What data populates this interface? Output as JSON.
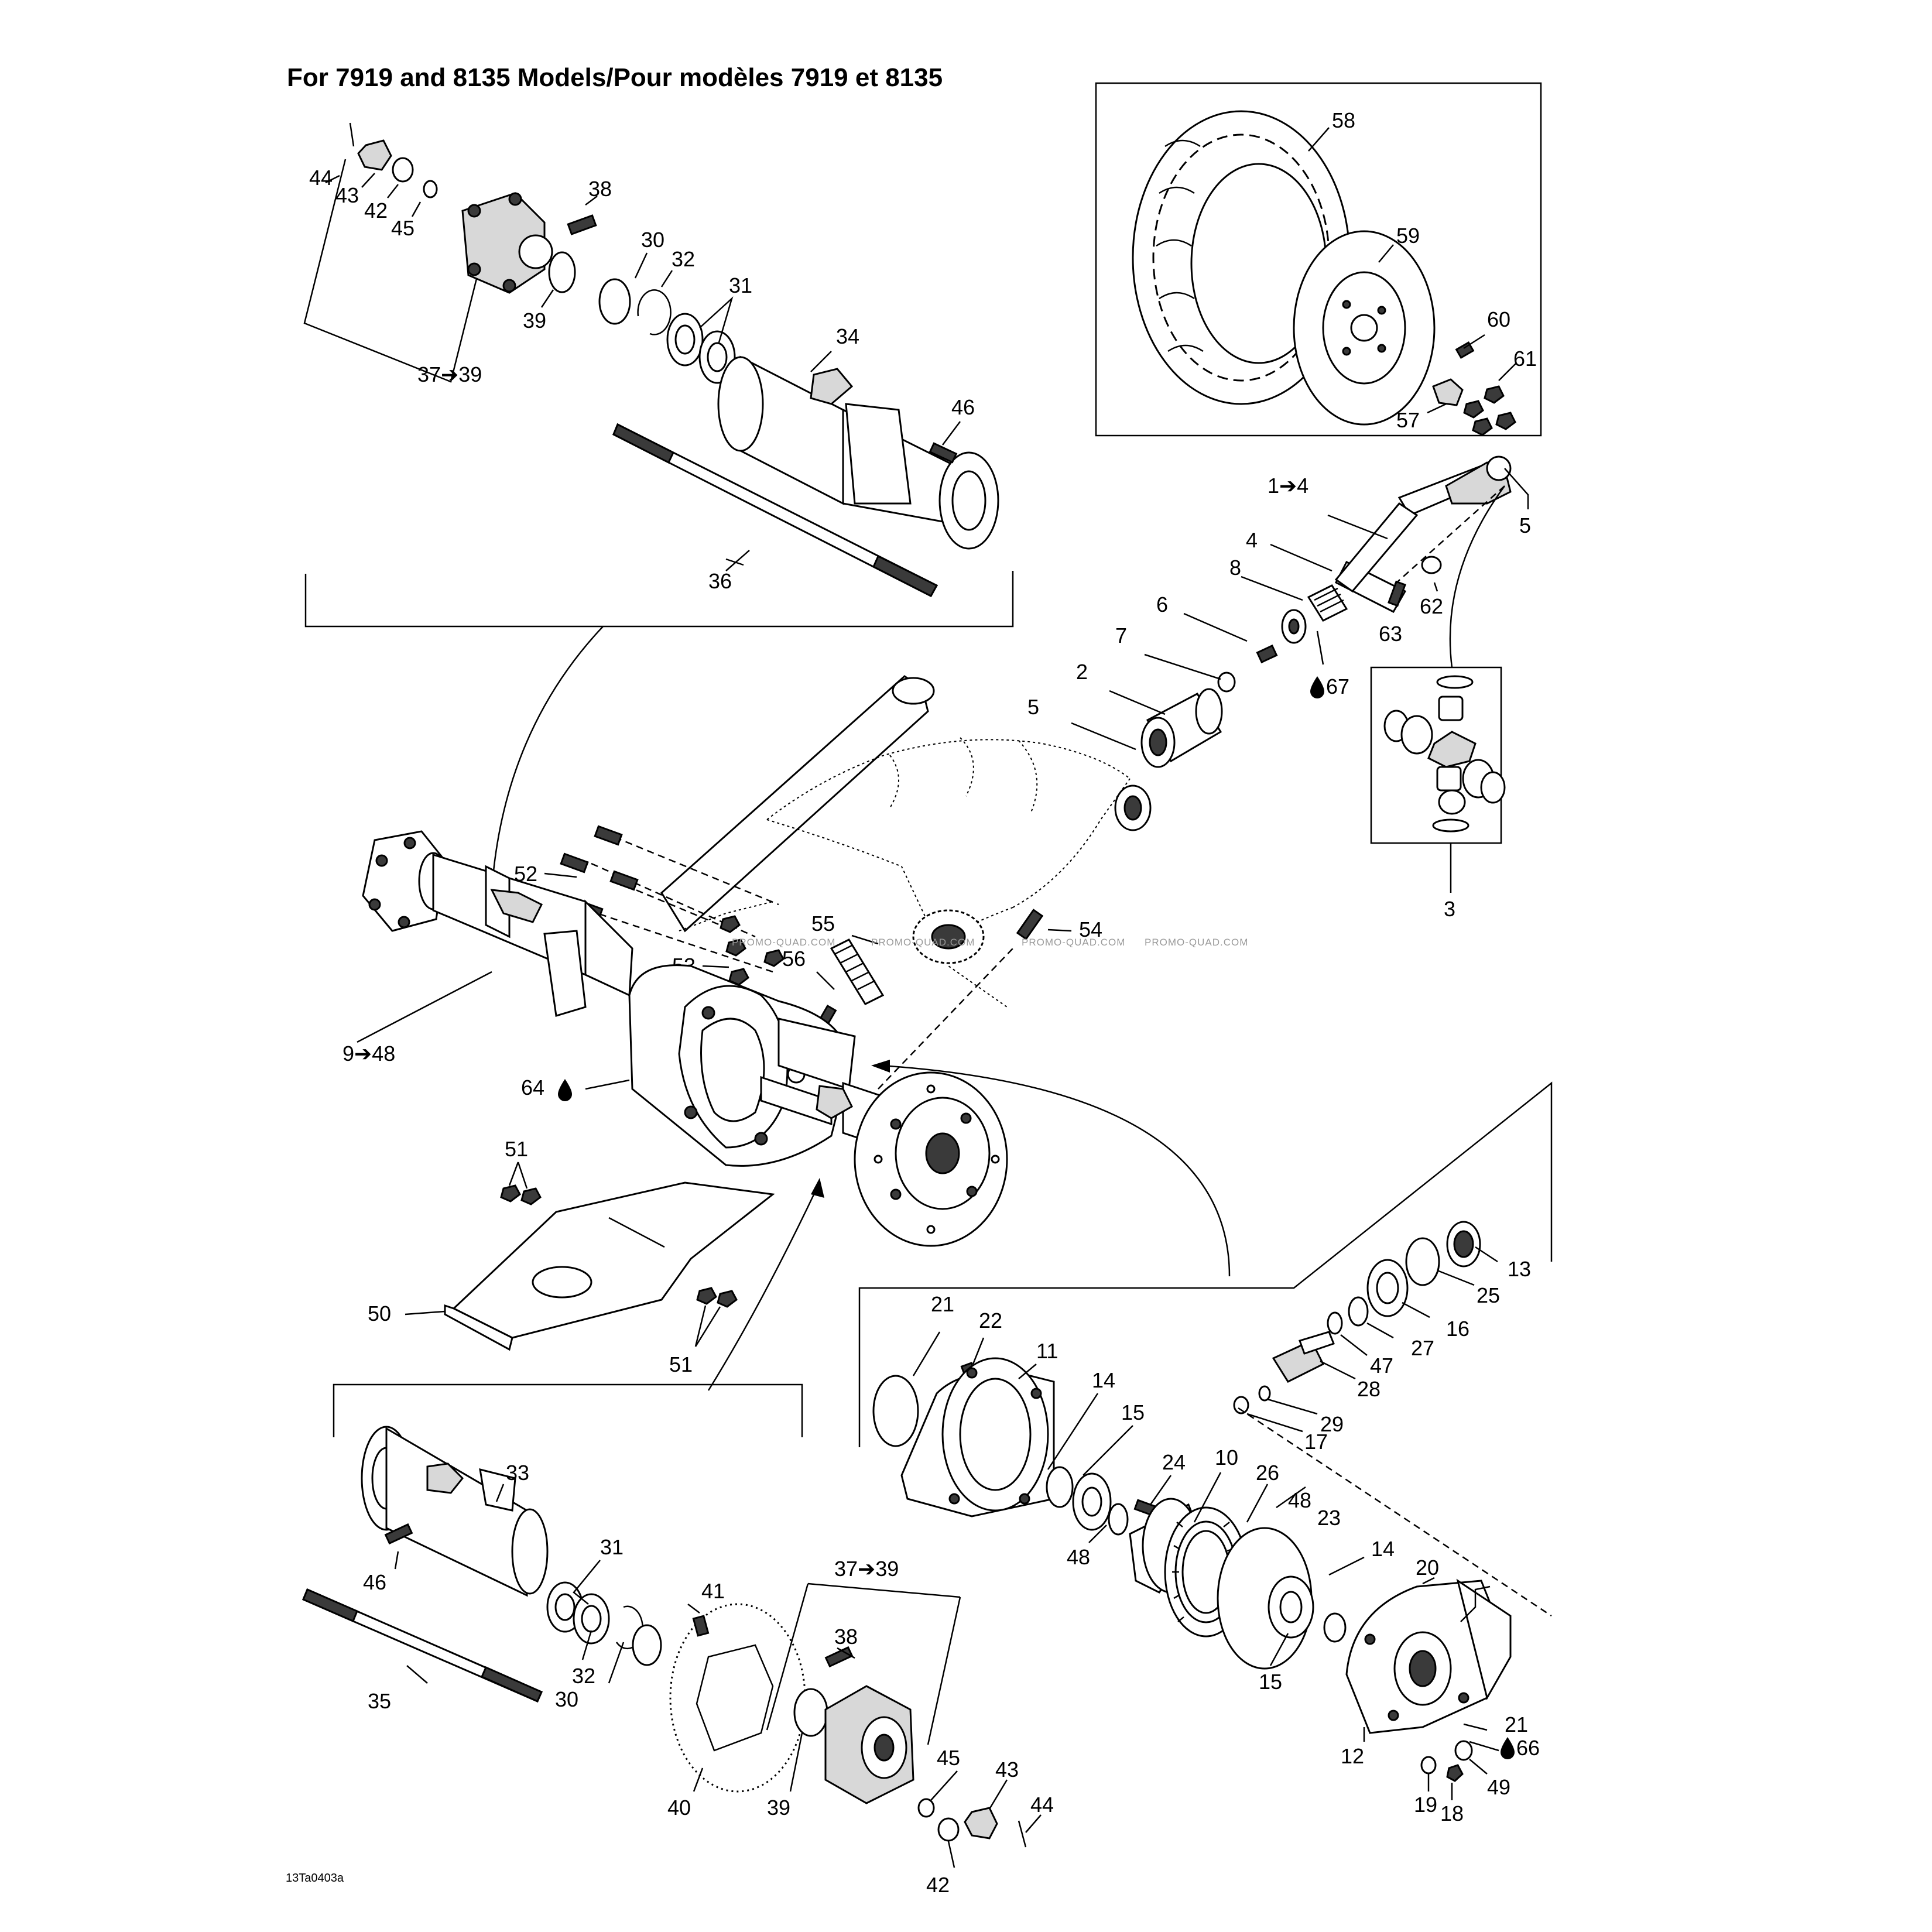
{
  "title": "For 7919 and 8135 Models/Pour modèles 7919 et 8135",
  "drawing_code": "13Ta0403a",
  "watermark": "PROMO-QUAD.COM",
  "callouts": {
    "c1_4": "1➔4",
    "c2": "2",
    "c3": "3",
    "c4": "4",
    "c5a": "5",
    "c5b": "5",
    "c6": "6",
    "c7": "7",
    "c8": "8",
    "c9_48": "9➔48",
    "c10": "10",
    "c11": "11",
    "c12": "12",
    "c13": "13",
    "c14a": "14",
    "c14b": "14",
    "c15a": "15",
    "c15b": "15",
    "c16": "16",
    "c17": "17",
    "c18": "18",
    "c19": "19",
    "c20": "20",
    "c21a": "21",
    "c21b": "21",
    "c22": "22",
    "c23": "23",
    "c24": "24",
    "c25": "25",
    "c26": "26",
    "c27": "27",
    "c28": "28",
    "c29": "29",
    "c30a": "30",
    "c30b": "30",
    "c31a": "31",
    "c31b": "31",
    "c32a": "32",
    "c32b": "32",
    "c33": "33",
    "c34": "34",
    "c35": "35",
    "c36": "36",
    "c37_39a": "37➔39",
    "c37_39b": "37➔39",
    "c38a": "38",
    "c38b": "38",
    "c39a": "39",
    "c39b": "39",
    "c40": "40",
    "c41": "41",
    "c42a": "42",
    "c42b": "42",
    "c43a": "43",
    "c43b": "43",
    "c44a": "44",
    "c44b": "44",
    "c45a": "45",
    "c45b": "45",
    "c46a": "46",
    "c46b": "46",
    "c47": "47",
    "c48a": "48",
    "c48b": "48",
    "c49": "49",
    "c50": "50",
    "c51a": "51",
    "c51b": "51",
    "c52": "52",
    "c53": "53",
    "c54": "54",
    "c55": "55",
    "c56": "56",
    "c57": "57",
    "c58": "58",
    "c59": "59",
    "c60": "60",
    "c61": "61",
    "c62": "62",
    "c63": "63",
    "c64": "64",
    "c66": "66",
    "c67": "67"
  },
  "icons": {
    "lubricant": "oil-drop-icon",
    "arrow": "right-arrow-glyph"
  }
}
